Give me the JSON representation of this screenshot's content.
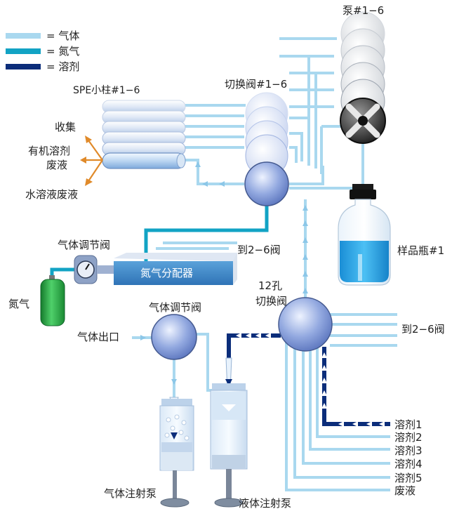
{
  "legend": [
    {
      "label": "= 气体",
      "color": "#a9d8ef"
    },
    {
      "label": "= 氮气",
      "color": "#12a3c4"
    },
    {
      "label": "= 溶剂",
      "color": "#0b2d7a"
    }
  ],
  "labels": {
    "pump": "泵#1−6",
    "spe_column": "SPE小柱#1−6",
    "switch_valve": "切换阀#1−6",
    "collect": "收集",
    "organic_waste_line1": "有机溶剂",
    "organic_waste_line2": "废液",
    "aqueous_waste": "水溶液废液",
    "gas_regulator_top": "气体调节阀",
    "to_valves_top": "到2−6阀",
    "nitrogen_distributor": "氮气分配器",
    "sample_bottle": "样品瓶#1",
    "nitrogen": "氮气",
    "twelve_port_line1": "12孔",
    "twelve_port_line2": "切换阀",
    "gas_regulator_bottom": "气体调节阀",
    "gas_outlet": "气体出口",
    "to_valves_right": "到2−6阀",
    "gas_syringe_pump": "气体注射泵",
    "liquid_syringe_pump": "液体注射泵",
    "solvents": [
      "溶剂1",
      "溶剂2",
      "溶剂3",
      "溶剂4",
      "溶剂5",
      "废液"
    ]
  },
  "colors": {
    "gas": "#a9d8ef",
    "nitrogen": "#12a3c4",
    "solvent": "#0b2d7a",
    "waste_arrow": "#e08a2a",
    "valve_blue": "#7d97d6",
    "distributor": "#3e88c9",
    "bottle_liquid": "#1fa2e6",
    "nitrogen_tank": "#2fb84f"
  }
}
